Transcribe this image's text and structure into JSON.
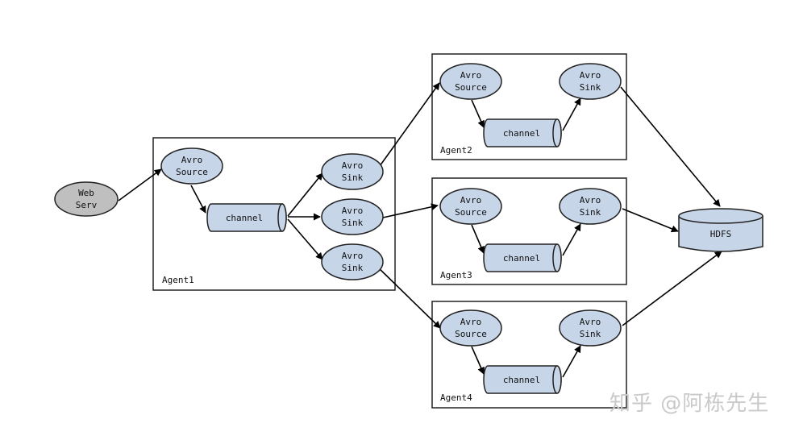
{
  "nodes": {
    "web": [
      "Web",
      "Serv"
    ],
    "a1_source": [
      "Avro",
      "Source"
    ],
    "a1_channel": "channel",
    "a1_sink1": [
      "Avro",
      "Sink"
    ],
    "a1_sink2": [
      "Avro",
      "Sink"
    ],
    "a1_sink3": [
      "Avro",
      "Sink"
    ],
    "a2_source": [
      "Avro",
      "Source"
    ],
    "a2_channel": "channel",
    "a2_sink": [
      "Avro",
      "Sink"
    ],
    "a3_source": [
      "Avro",
      "Source"
    ],
    "a3_channel": "channel",
    "a3_sink": [
      "Avro",
      "Sink"
    ],
    "a4_source": [
      "Avro",
      "Source"
    ],
    "a4_channel": "channel",
    "a4_sink": [
      "Avro",
      "Sink"
    ],
    "hdfs": "HDFS"
  },
  "agents": {
    "agent1": "Agent1",
    "agent2": "Agent2",
    "agent3": "Agent3",
    "agent4": "Agent4"
  },
  "watermark": "知乎 @阿栋先生",
  "colors": {
    "node_fill": "#c7d5e8",
    "web_fill": "#bfbfbf",
    "stroke": "#1a1a1a"
  }
}
